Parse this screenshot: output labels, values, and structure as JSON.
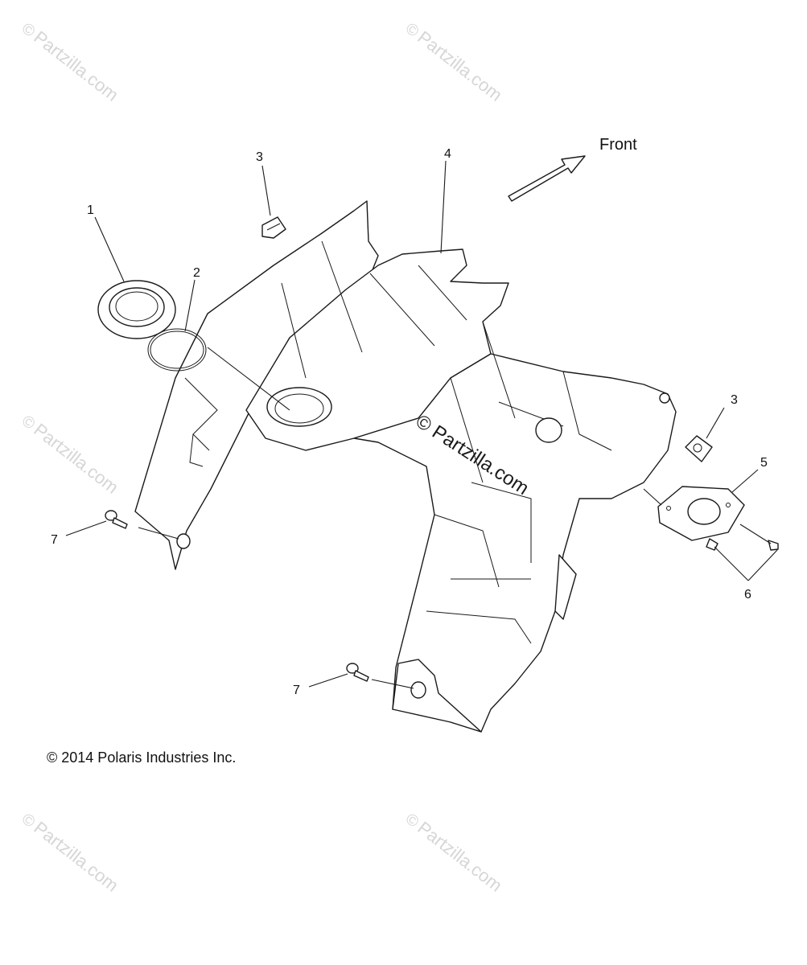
{
  "diagram": {
    "direction_label": "Front",
    "copyright": "© 2014 Polaris Industries Inc.",
    "center_watermark": "© Partzilla.com",
    "watermark_text": "Partzilla.com",
    "callouts": [
      "1",
      "2",
      "3",
      "4",
      "3",
      "5",
      "6",
      "7",
      "7"
    ]
  },
  "colors": {
    "line": "#1a1a1a",
    "watermark": "#d6d6d6",
    "background": "#ffffff"
  }
}
